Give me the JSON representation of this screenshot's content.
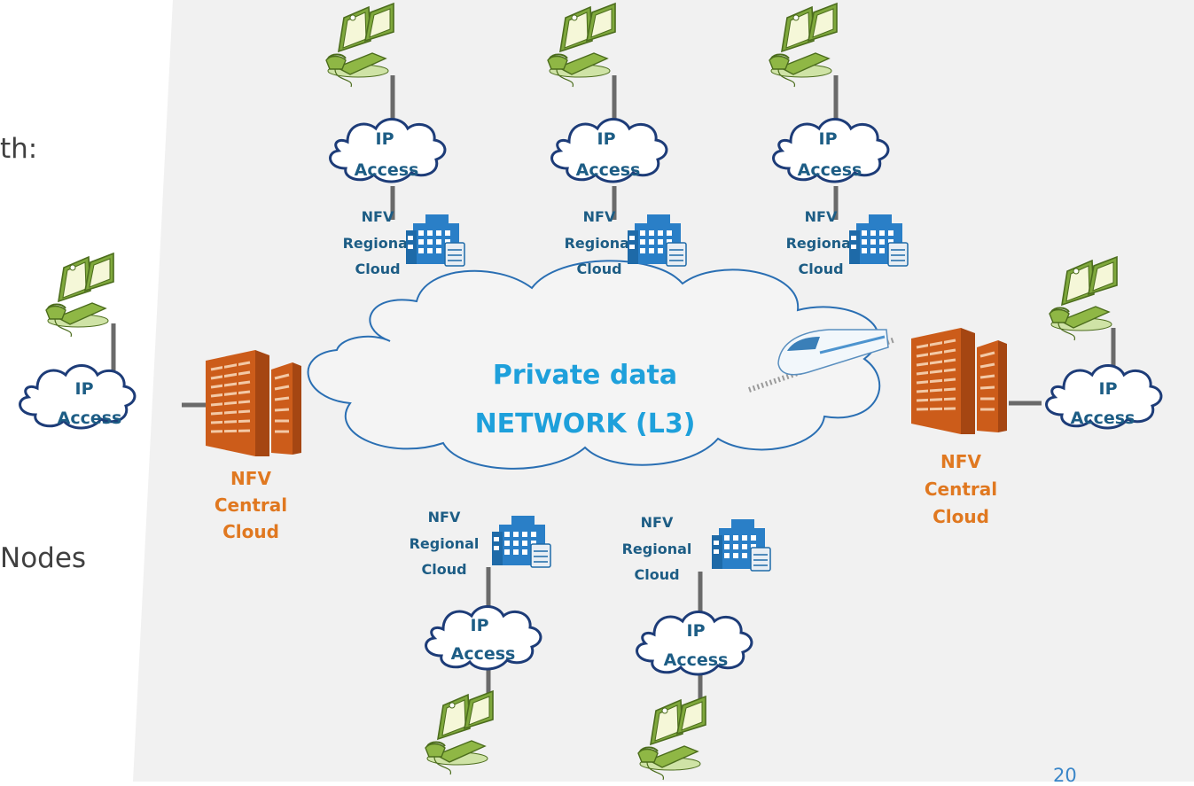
{
  "slide": {
    "side_fragment_1": "th:",
    "side_fragment_2": "Nodes",
    "page_number": "20"
  },
  "core_network": {
    "line1": "Private data",
    "line2": "NETWORK (L3)"
  },
  "labels": {
    "ip": "IP",
    "access": "Access",
    "nfv": "NFV",
    "regional": "Regional",
    "central": "Central",
    "cloud": "Cloud"
  },
  "colors": {
    "background_panel": "#f1f1f1",
    "core_text": "#1ea0db",
    "regional_text": "#1d5d85",
    "central_text": "#e07820",
    "central_building": "#cc5c1a",
    "regional_building": "#2a7fc7",
    "link": "#6a6a6a",
    "terminal": "#9dc456"
  },
  "icons": [
    "desktop-terminal-icon",
    "regional-datacenter-icon",
    "central-datacenter-icon",
    "train-icon"
  ]
}
